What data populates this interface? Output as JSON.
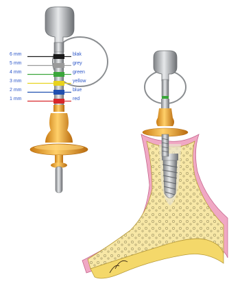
{
  "diagram": {
    "markings": [
      {
        "depth": "6 mm",
        "color_name": "blak",
        "color": "#1a1a1a"
      },
      {
        "depth": "5 mm",
        "color_name": "grey",
        "color": "#9a9a9a"
      },
      {
        "depth": "4 mm",
        "color_name": "green",
        "color": "#3aa63a"
      },
      {
        "depth": "3 mm",
        "color_name": "yellow",
        "color": "#e8d21c"
      },
      {
        "depth": "2 mm",
        "color_name": "blue",
        "color": "#1f4fb0"
      },
      {
        "depth": "1 mm",
        "color_name": "red",
        "color": "#d8262a"
      }
    ],
    "label_color": "#2a55c8",
    "gold": "#f2a623",
    "gum_color": "#f0a8c4",
    "bone_color": "#f6e08a",
    "metal_color": "#b9bcbf"
  }
}
